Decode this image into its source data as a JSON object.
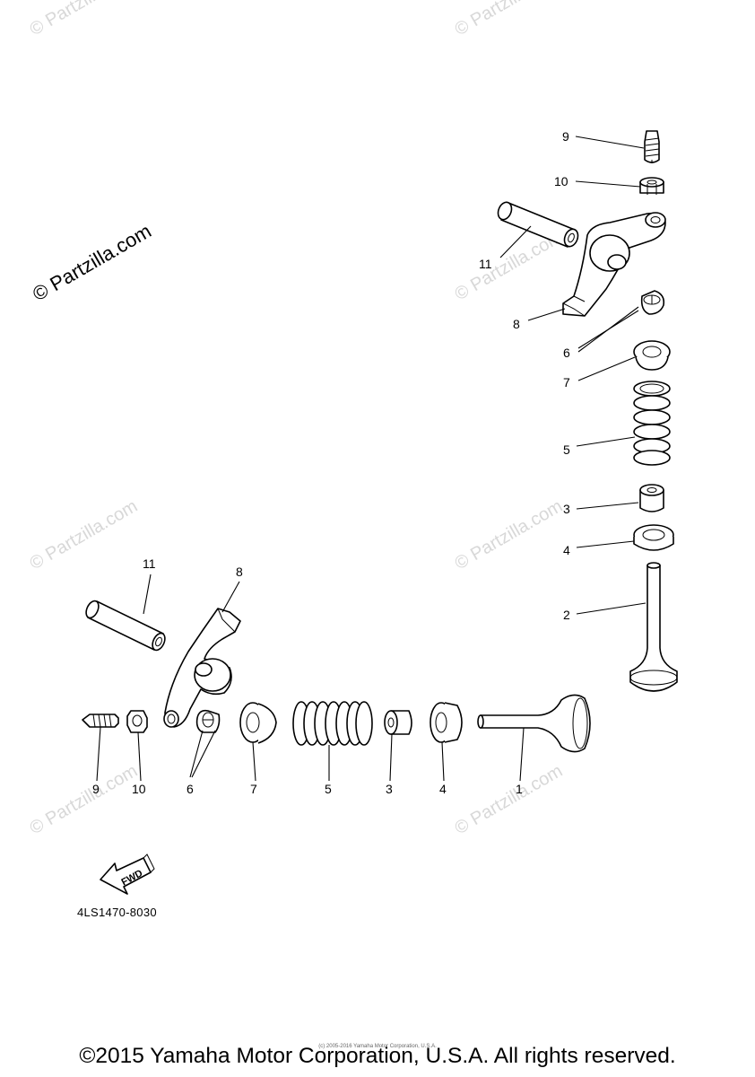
{
  "watermark": {
    "main": "© Partzilla.com",
    "faint": "© Partzilla.com"
  },
  "callouts": {
    "upper": [
      "9",
      "10",
      "11",
      "8",
      "6",
      "7",
      "5",
      "3",
      "4",
      "2"
    ],
    "lower": [
      "11",
      "8",
      "9",
      "10",
      "6",
      "7",
      "5",
      "3",
      "4",
      "1"
    ]
  },
  "fwd_label": "FWD",
  "diagram_code": "4LS1470-8030",
  "small_credit": "(c) 2005-2016 Yamaha Motor Corporation, U.S.A.",
  "copyright": "©2015 Yamaha Motor Corporation, U.S.A. All rights reserved."
}
